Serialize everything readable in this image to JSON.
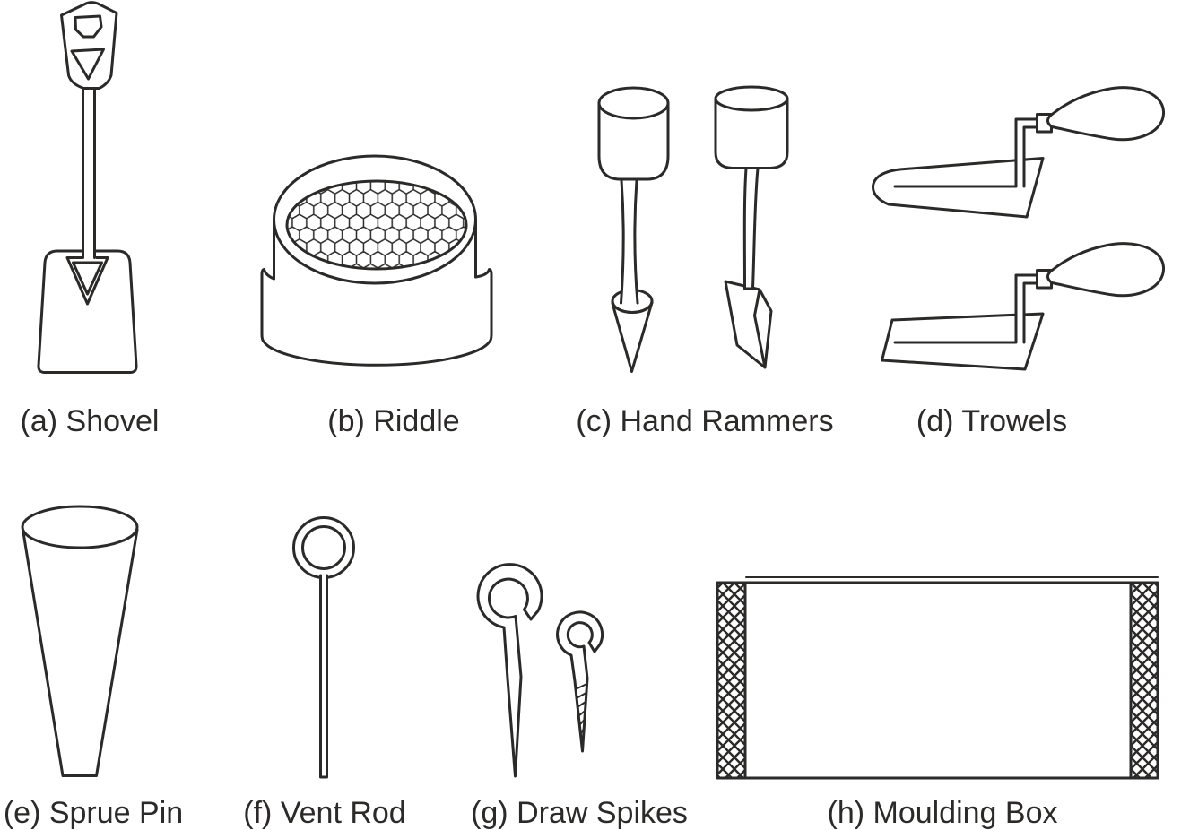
{
  "figure": {
    "description": "Foundry hand moulding tools line diagram",
    "colors": {
      "line": "#2b2a29",
      "background": "#ffffff"
    },
    "items": [
      {
        "key": "a",
        "label": "(a) Shovel"
      },
      {
        "key": "b",
        "label": "(b) Riddle"
      },
      {
        "key": "c",
        "label": "(c) Hand Rammers"
      },
      {
        "key": "d",
        "label": "(d) Trowels"
      },
      {
        "key": "e",
        "label": "(e) Sprue Pin"
      },
      {
        "key": "f",
        "label": "(f) Vent Rod"
      },
      {
        "key": "g",
        "label": "(g) Draw Spikes"
      },
      {
        "key": "h",
        "label": "(h) Moulding Box"
      }
    ]
  }
}
